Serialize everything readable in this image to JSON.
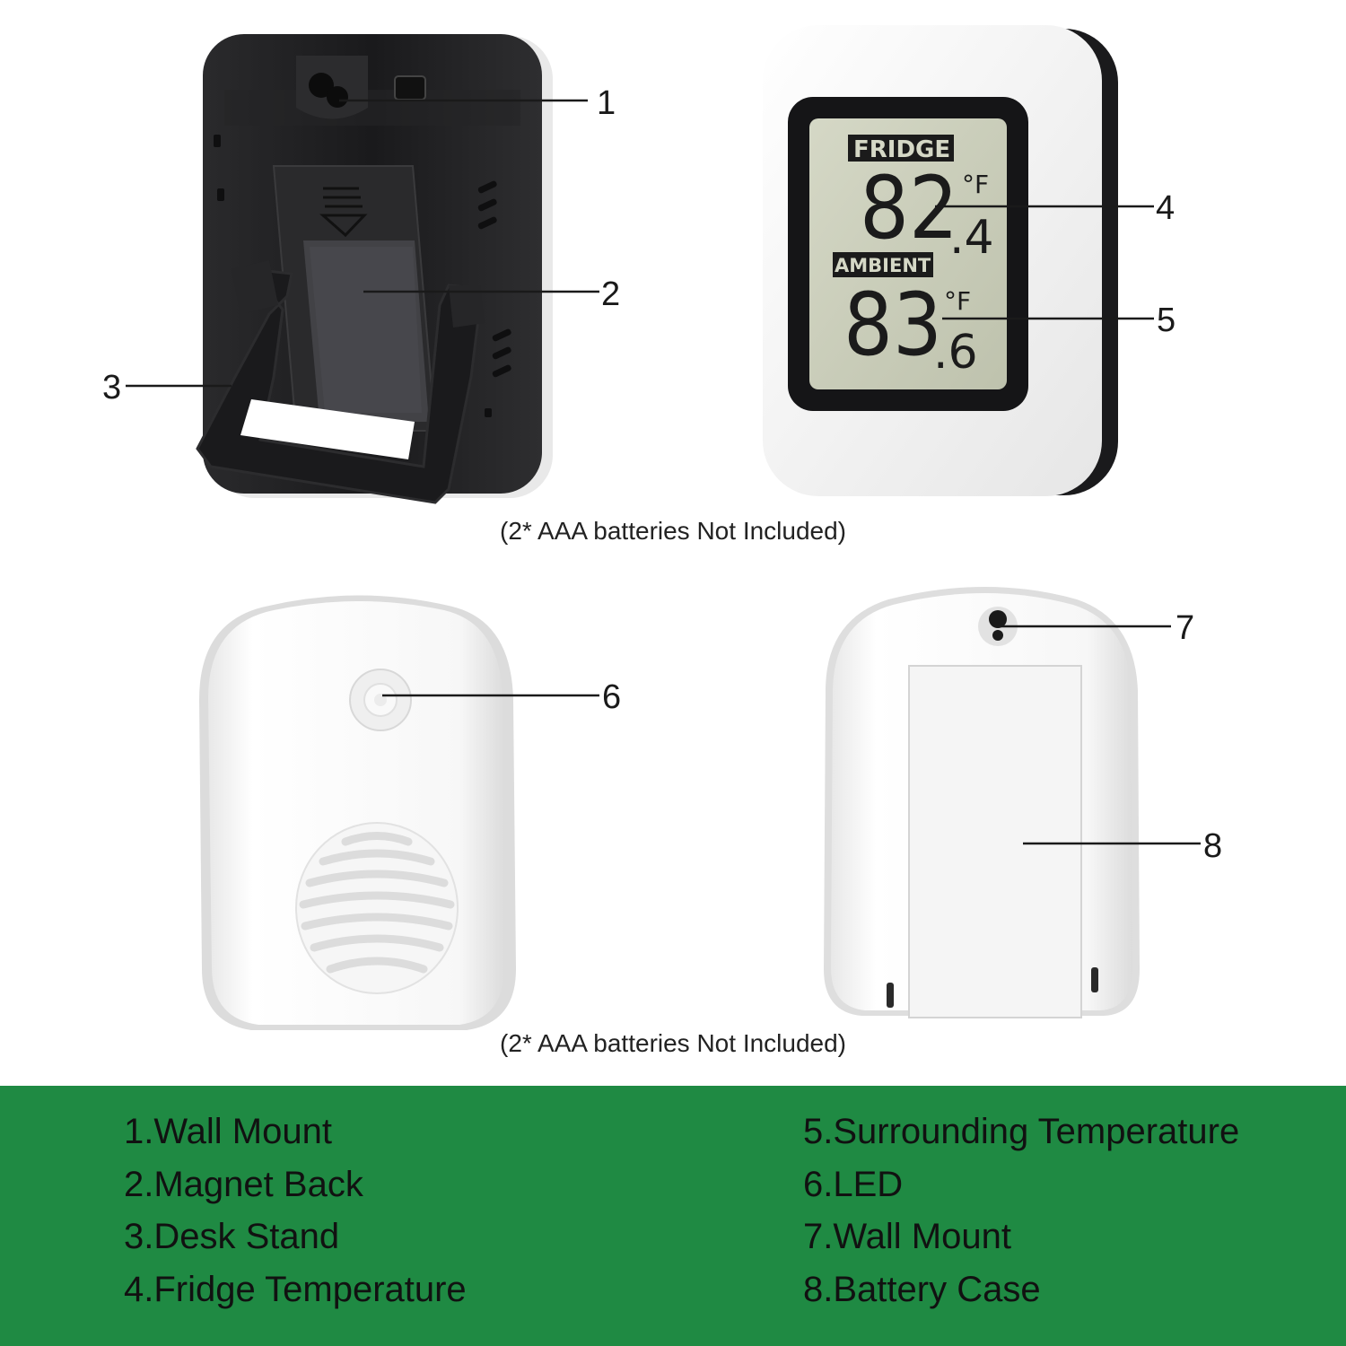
{
  "callouts": [
    "1",
    "2",
    "3",
    "4",
    "5",
    "6",
    "7",
    "8"
  ],
  "display": {
    "fridge_label": "FRIDGE",
    "fridge_value": "82",
    "fridge_decimal": ".4",
    "ambient_label": "AMBIENT",
    "ambient_value": "83",
    "ambient_decimal": ".6",
    "unit": "°F"
  },
  "notes": {
    "top": "(2* AAA batteries Not Included)",
    "bottom": "(2* AAA batteries Not Included)"
  },
  "legend": {
    "left": [
      "1.Wall Mount",
      "2.Magnet Back",
      "3.Desk Stand",
      "4.Fridge Temperature"
    ],
    "right": [
      "5.Surrounding Temperature",
      "6.LED",
      "7.Wall Mount",
      "8.Battery Case"
    ]
  },
  "colors": {
    "legend_background": "#1f8a43",
    "device_black": "#1d1d1f",
    "device_white": "#f4f4f4",
    "lcd_green": "#c9cdb8"
  }
}
